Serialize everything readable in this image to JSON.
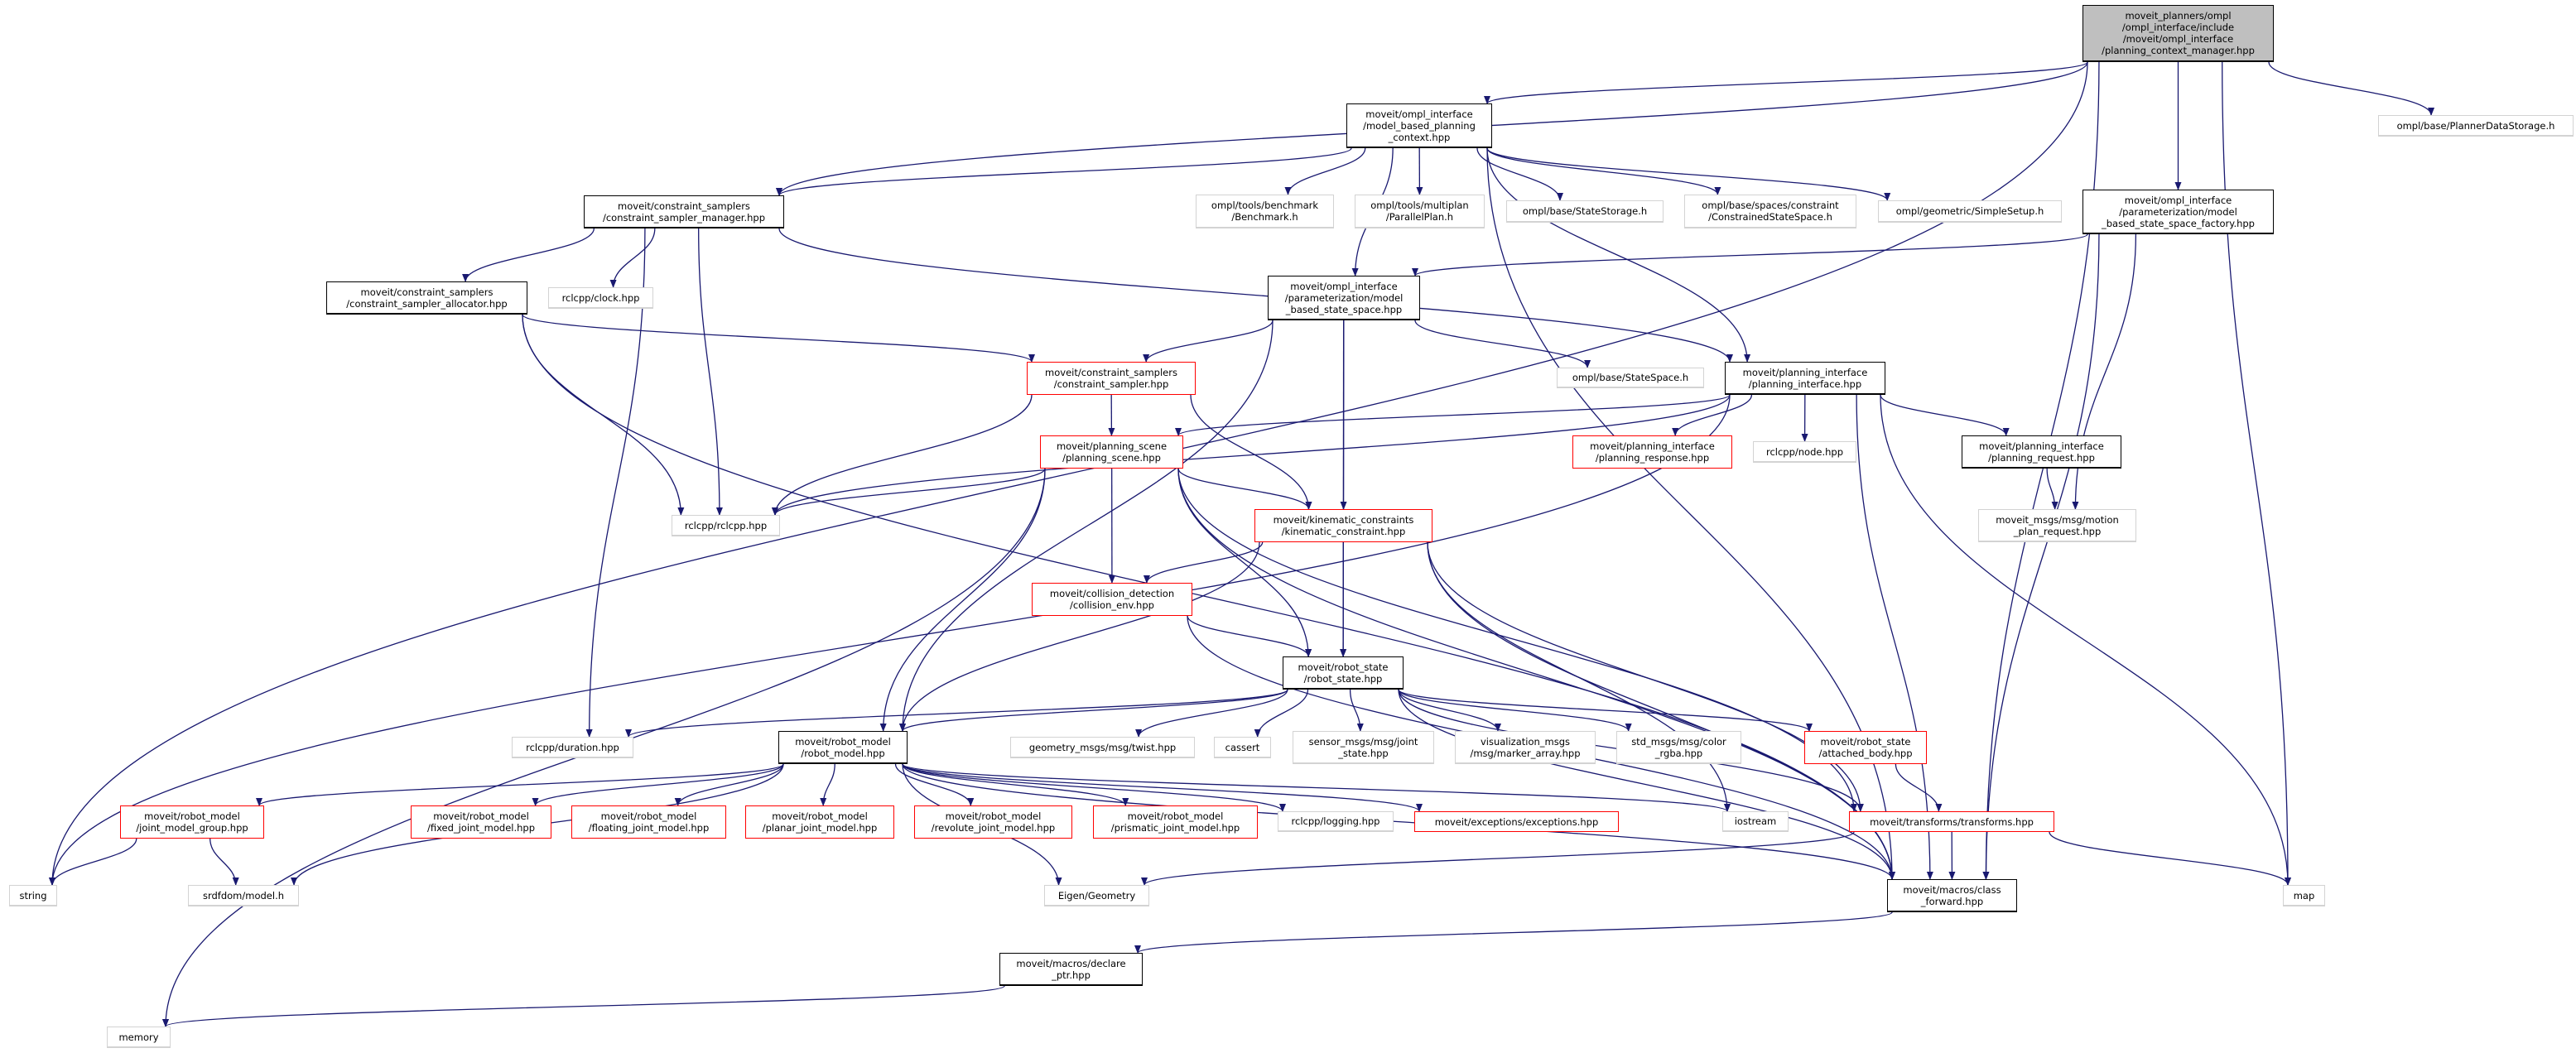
{
  "colors": {
    "edge": "#191970",
    "root_fill": "#bfbfbf",
    "truncated_border": "#ff0000",
    "external_border": "#d3d3d3",
    "documented_border": "#000000"
  },
  "nodes": [
    {
      "id": "root",
      "style": "root",
      "label": "moveit_planners/ompl\n/ompl_interface/include\n/moveit/ompl_interface\n/planning_context_manager.hpp"
    },
    {
      "id": "string",
      "style": "ext",
      "label": "string"
    },
    {
      "id": "pds",
      "style": "ext",
      "label": "ompl/base/PlannerDataStorage.h"
    },
    {
      "id": "mbpc",
      "style": "doc",
      "label": "moveit/ompl_interface\n/model_based_planning\n_context.hpp"
    },
    {
      "id": "csm",
      "style": "doc",
      "label": "moveit/constraint_samplers\n/constraint_sampler_manager.hpp"
    },
    {
      "id": "bench",
      "style": "ext",
      "label": "ompl/tools/benchmark\n/Benchmark.h"
    },
    {
      "id": "pplan",
      "style": "ext",
      "label": "ompl/tools/multiplan\n/ParallelPlan.h"
    },
    {
      "id": "sstor",
      "style": "ext",
      "label": "ompl/base/StateStorage.h"
    },
    {
      "id": "css",
      "style": "ext",
      "label": "ompl/base/spaces/constraint\n/ConstrainedStateSpace.h"
    },
    {
      "id": "simple",
      "style": "ext",
      "label": "ompl/geometric/SimpleSetup.h"
    },
    {
      "id": "factory",
      "style": "doc",
      "label": "moveit/ompl_interface\n/parameterization/model\n_based_state_space_factory.hpp"
    },
    {
      "id": "alloc",
      "style": "doc",
      "label": "moveit/constraint_samplers\n/constraint_sampler_allocator.hpp"
    },
    {
      "id": "clock",
      "style": "ext",
      "label": "rclcpp/clock.hpp"
    },
    {
      "id": "mbss",
      "style": "doc",
      "label": "moveit/ompl_interface\n/parameterization/model\n_based_state_space.hpp"
    },
    {
      "id": "cs",
      "style": "red",
      "label": "moveit/constraint_samplers\n/constraint_sampler.hpp"
    },
    {
      "id": "statespace",
      "style": "ext",
      "label": "ompl/base/StateSpace.h"
    },
    {
      "id": "pi",
      "style": "doc",
      "label": "moveit/planning_interface\n/planning_interface.hpp"
    },
    {
      "id": "ps",
      "style": "red",
      "label": "moveit/planning_scene\n/planning_scene.hpp"
    },
    {
      "id": "presp",
      "style": "red",
      "label": "moveit/planning_interface\n/planning_response.hpp"
    },
    {
      "id": "node",
      "style": "ext",
      "label": "rclcpp/node.hpp"
    },
    {
      "id": "preq",
      "style": "doc",
      "label": "moveit/planning_interface\n/planning_request.hpp"
    },
    {
      "id": "rclcpp",
      "style": "ext",
      "label": "rclcpp/rclcpp.hpp"
    },
    {
      "id": "kc",
      "style": "red",
      "label": "moveit/kinematic_constraints\n/kinematic_constraint.hpp"
    },
    {
      "id": "mpr",
      "style": "ext",
      "label": "moveit_msgs/msg/motion\n_plan_request.hpp"
    },
    {
      "id": "ce",
      "style": "red",
      "label": "moveit/collision_detection\n/collision_env.hpp"
    },
    {
      "id": "rs",
      "style": "doc",
      "label": "moveit/robot_state\n/robot_state.hpp"
    },
    {
      "id": "duration",
      "style": "ext",
      "label": "rclcpp/duration.hpp"
    },
    {
      "id": "rm",
      "style": "doc",
      "label": "moveit/robot_model\n/robot_model.hpp"
    },
    {
      "id": "twist",
      "style": "ext",
      "label": "geometry_msgs/msg/twist.hpp"
    },
    {
      "id": "cassert",
      "style": "ext",
      "label": "cassert"
    },
    {
      "id": "joint",
      "style": "ext",
      "label": "sensor_msgs/msg/joint\n_state.hpp"
    },
    {
      "id": "marker",
      "style": "ext",
      "label": "visualization_msgs\n/msg/marker_array.hpp"
    },
    {
      "id": "rgba",
      "style": "ext",
      "label": "std_msgs/msg/color\n_rgba.hpp"
    },
    {
      "id": "attached",
      "style": "red",
      "label": "moveit/robot_state\n/attached_body.hpp"
    },
    {
      "id": "jmg",
      "style": "red",
      "label": "moveit/robot_model\n/joint_model_group.hpp"
    },
    {
      "id": "fixed",
      "style": "red",
      "label": "moveit/robot_model\n/fixed_joint_model.hpp"
    },
    {
      "id": "floating",
      "style": "red",
      "label": "moveit/robot_model\n/floating_joint_model.hpp"
    },
    {
      "id": "planar",
      "style": "red",
      "label": "moveit/robot_model\n/planar_joint_model.hpp"
    },
    {
      "id": "revolute",
      "style": "red",
      "label": "moveit/robot_model\n/revolute_joint_model.hpp"
    },
    {
      "id": "prismatic",
      "style": "red",
      "label": "moveit/robot_model\n/prismatic_joint_model.hpp"
    },
    {
      "id": "logging",
      "style": "ext",
      "label": "rclcpp/logging.hpp"
    },
    {
      "id": "exceptions",
      "style": "red",
      "label": "moveit/exceptions/exceptions.hpp"
    },
    {
      "id": "iostream",
      "style": "ext",
      "label": "iostream"
    },
    {
      "id": "transforms",
      "style": "red",
      "label": "moveit/transforms/transforms.hpp"
    },
    {
      "id": "srdf",
      "style": "ext",
      "label": "srdfdom/model.h"
    },
    {
      "id": "eigen",
      "style": "ext",
      "label": "Eigen/Geometry"
    },
    {
      "id": "cf",
      "style": "doc",
      "label": "moveit/macros/class\n_forward.hpp"
    },
    {
      "id": "map",
      "style": "ext",
      "label": "map"
    },
    {
      "id": "declare",
      "style": "doc",
      "label": "moveit/macros/declare\n_ptr.hpp"
    },
    {
      "id": "memory",
      "style": "ext",
      "label": "memory"
    }
  ],
  "edges": [
    [
      "root",
      "string"
    ],
    [
      "root",
      "csm"
    ],
    [
      "root",
      "mbpc"
    ],
    [
      "root",
      "pds"
    ],
    [
      "root",
      "factory"
    ],
    [
      "root",
      "cf"
    ],
    [
      "root",
      "map"
    ],
    [
      "mbpc",
      "csm"
    ],
    [
      "mbpc",
      "bench"
    ],
    [
      "mbpc",
      "pplan"
    ],
    [
      "mbpc",
      "sstor"
    ],
    [
      "mbpc",
      "css"
    ],
    [
      "mbpc",
      "simple"
    ],
    [
      "mbpc",
      "mbss"
    ],
    [
      "mbpc",
      "pi"
    ],
    [
      "mbpc",
      "cf"
    ],
    [
      "csm",
      "alloc"
    ],
    [
      "csm",
      "clock"
    ],
    [
      "csm",
      "rclcpp"
    ],
    [
      "csm",
      "duration"
    ],
    [
      "csm",
      "pi"
    ],
    [
      "alloc",
      "cs"
    ],
    [
      "alloc",
      "rclcpp"
    ],
    [
      "alloc",
      "cf"
    ],
    [
      "factory",
      "mbss"
    ],
    [
      "factory",
      "mpr"
    ],
    [
      "factory",
      "cf"
    ],
    [
      "mbss",
      "cs"
    ],
    [
      "mbss",
      "statespace"
    ],
    [
      "mbss",
      "kc"
    ],
    [
      "mbss",
      "rs"
    ],
    [
      "mbss",
      "rm"
    ],
    [
      "cs",
      "ps"
    ],
    [
      "cs",
      "kc"
    ],
    [
      "cs",
      "rclcpp"
    ],
    [
      "pi",
      "ps"
    ],
    [
      "pi",
      "presp"
    ],
    [
      "pi",
      "node"
    ],
    [
      "pi",
      "preq"
    ],
    [
      "pi",
      "string"
    ],
    [
      "pi",
      "rclcpp"
    ],
    [
      "pi",
      "cf"
    ],
    [
      "pi",
      "map"
    ],
    [
      "preq",
      "mpr"
    ],
    [
      "ps",
      "rclcpp"
    ],
    [
      "ps",
      "kc"
    ],
    [
      "ps",
      "ce"
    ],
    [
      "ps",
      "rs"
    ],
    [
      "ps",
      "rm"
    ],
    [
      "ps",
      "transforms"
    ],
    [
      "ps",
      "memory"
    ],
    [
      "ps",
      "cf"
    ],
    [
      "kc",
      "ce"
    ],
    [
      "kc",
      "rs"
    ],
    [
      "kc",
      "rm"
    ],
    [
      "kc",
      "transforms"
    ],
    [
      "kc",
      "iostream"
    ],
    [
      "kc",
      "cf"
    ],
    [
      "ce",
      "rs"
    ],
    [
      "ce",
      "cf"
    ],
    [
      "rs",
      "duration"
    ],
    [
      "rs",
      "rm"
    ],
    [
      "rs",
      "twist"
    ],
    [
      "rs",
      "cassert"
    ],
    [
      "rs",
      "joint"
    ],
    [
      "rs",
      "marker"
    ],
    [
      "rs",
      "rgba"
    ],
    [
      "rs",
      "attached"
    ],
    [
      "rs",
      "transforms"
    ],
    [
      "rs",
      "cf"
    ],
    [
      "rm",
      "jmg"
    ],
    [
      "rm",
      "fixed"
    ],
    [
      "rm",
      "floating"
    ],
    [
      "rm",
      "planar"
    ],
    [
      "rm",
      "revolute"
    ],
    [
      "rm",
      "prismatic"
    ],
    [
      "rm",
      "logging"
    ],
    [
      "rm",
      "exceptions"
    ],
    [
      "rm",
      "iostream"
    ],
    [
      "rm",
      "cf"
    ],
    [
      "rm",
      "srdf"
    ],
    [
      "rm",
      "eigen"
    ],
    [
      "jmg",
      "string"
    ],
    [
      "jmg",
      "srdf"
    ],
    [
      "attached",
      "transforms"
    ],
    [
      "transforms",
      "eigen"
    ],
    [
      "transforms",
      "cf"
    ],
    [
      "transforms",
      "map"
    ],
    [
      "cf",
      "declare"
    ],
    [
      "declare",
      "memory"
    ]
  ]
}
